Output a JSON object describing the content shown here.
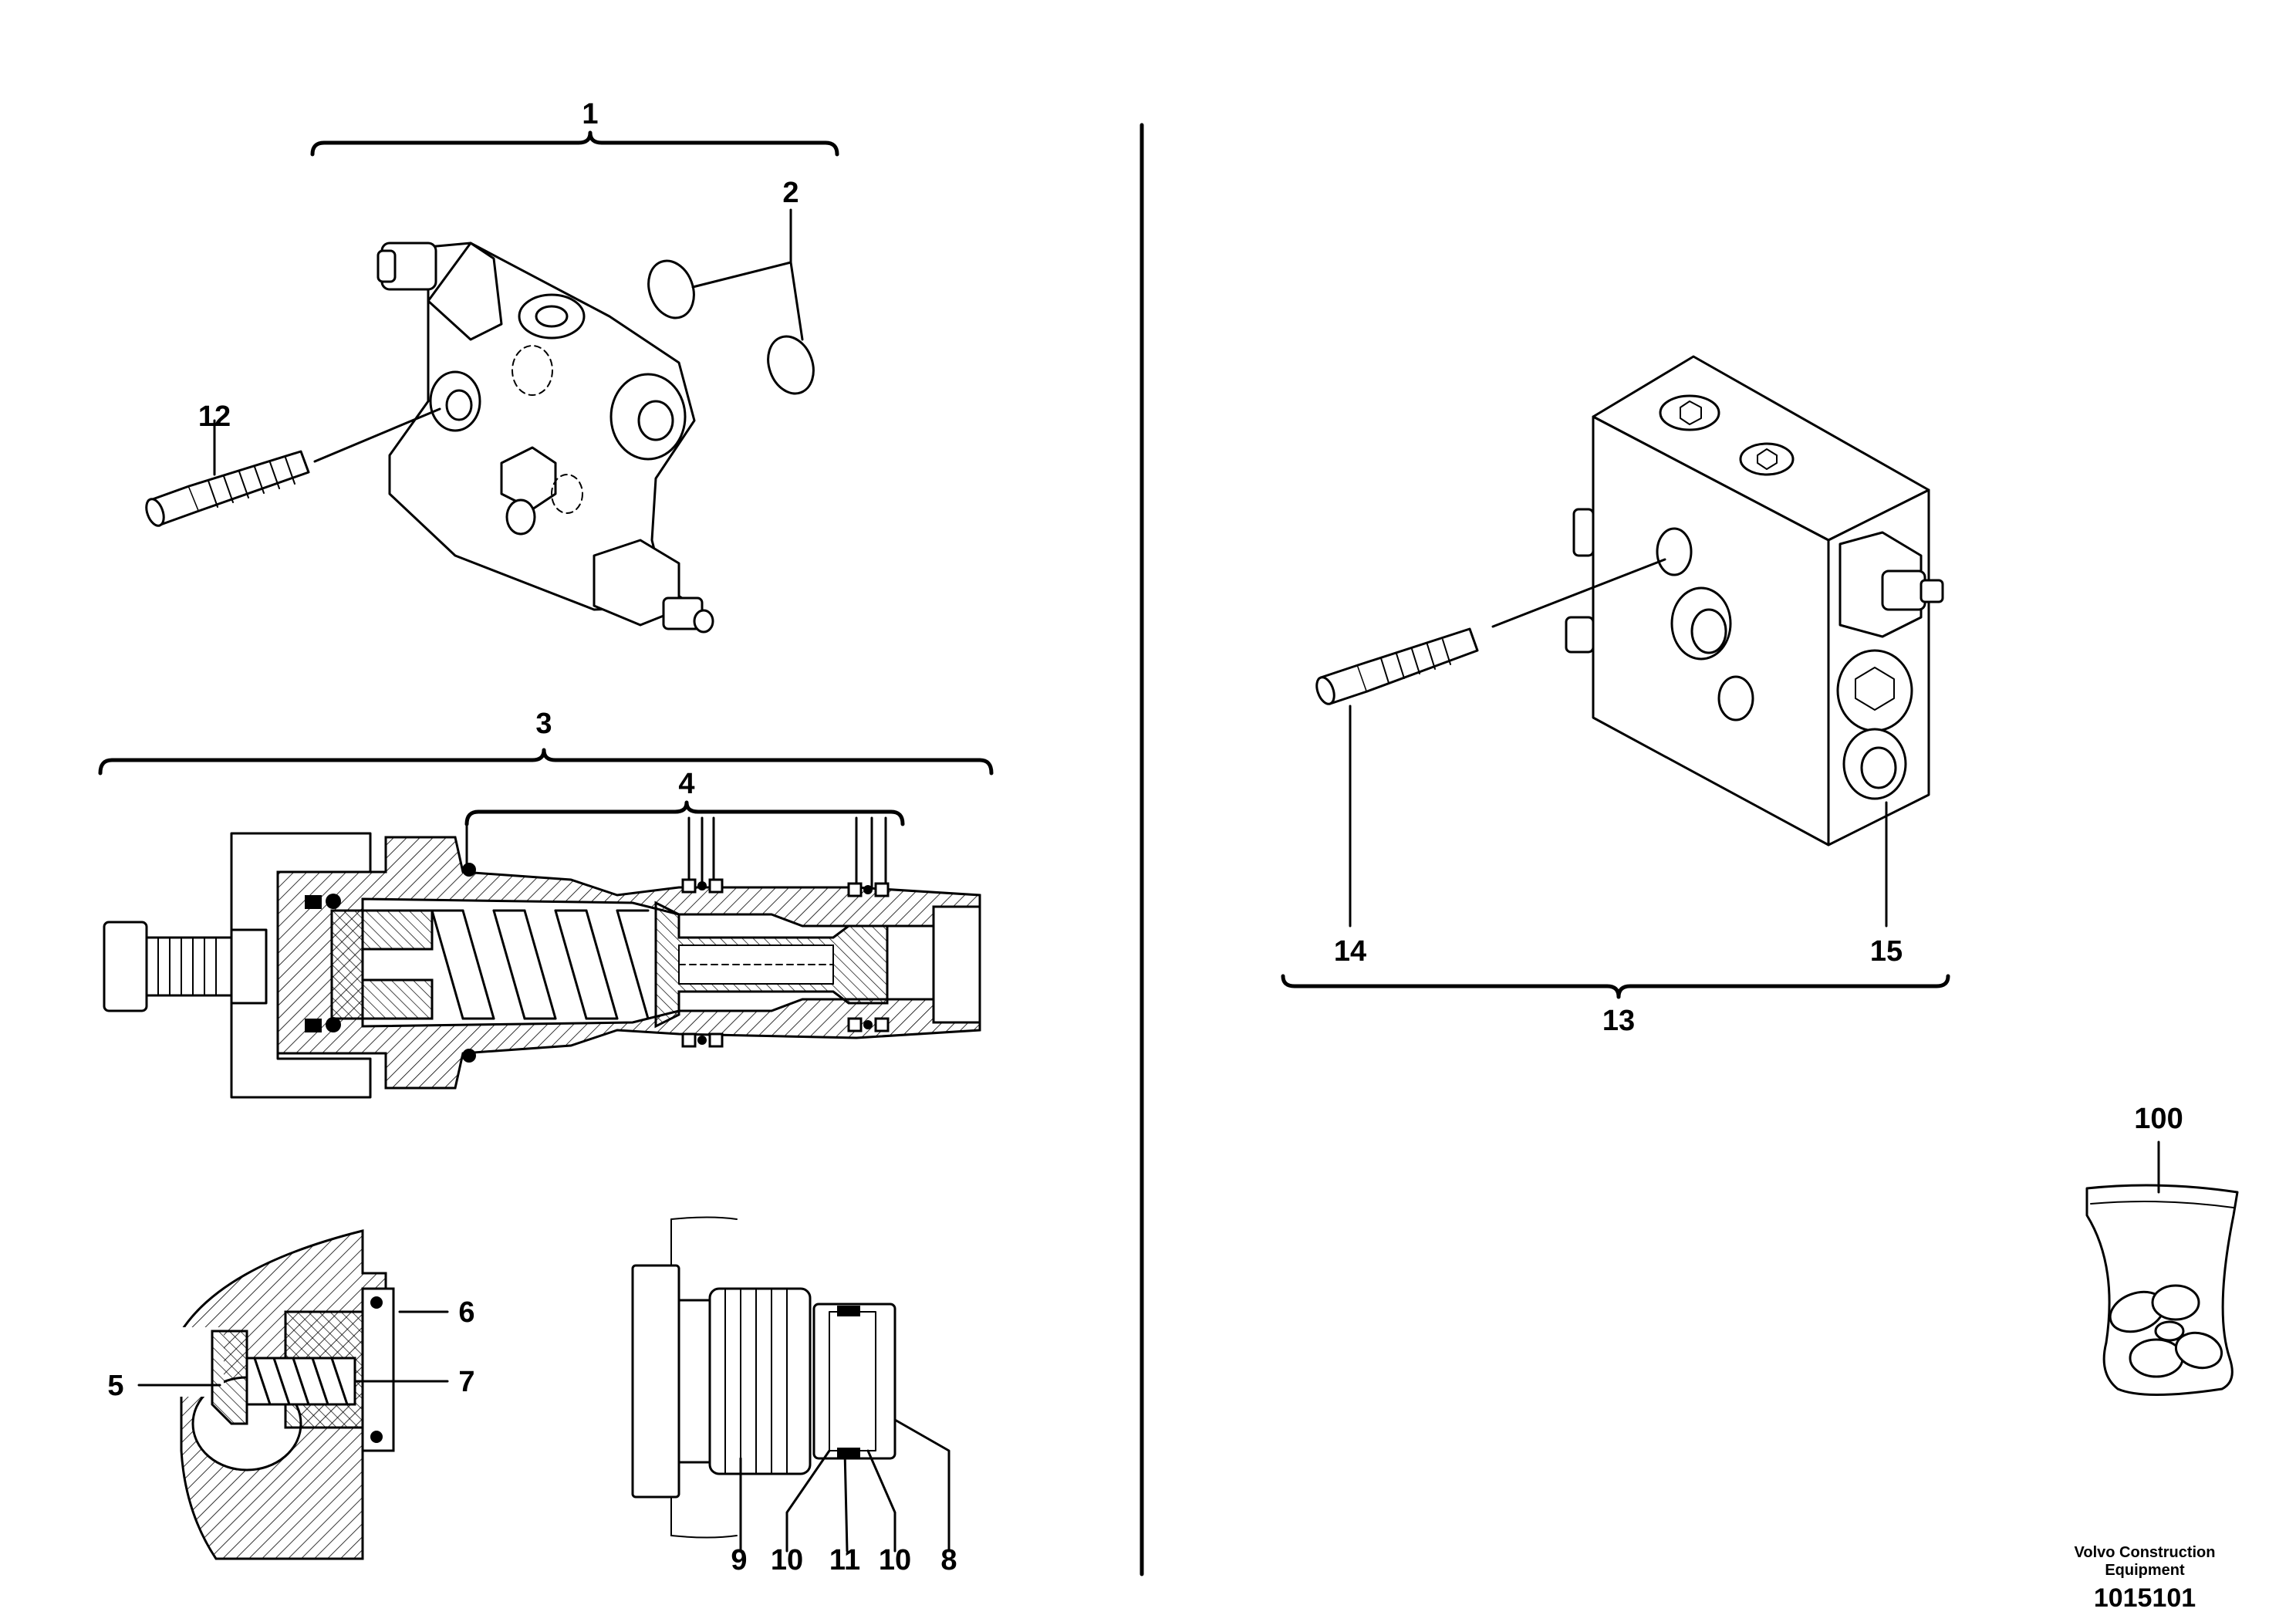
{
  "callouts": {
    "c1": "1",
    "c2": "2",
    "c3": "3",
    "c4": "4",
    "c5": "5",
    "c6": "6",
    "c7": "7",
    "c8": "8",
    "c9": "9",
    "c10a": "10",
    "c11": "11",
    "c10b": "10",
    "c12": "12",
    "c13": "13",
    "c14": "14",
    "c15": "15",
    "c100": "100"
  },
  "footer": {
    "maker_line1": "Volvo Construction",
    "maker_line2": "Equipment",
    "drawing_number": "1015101"
  }
}
